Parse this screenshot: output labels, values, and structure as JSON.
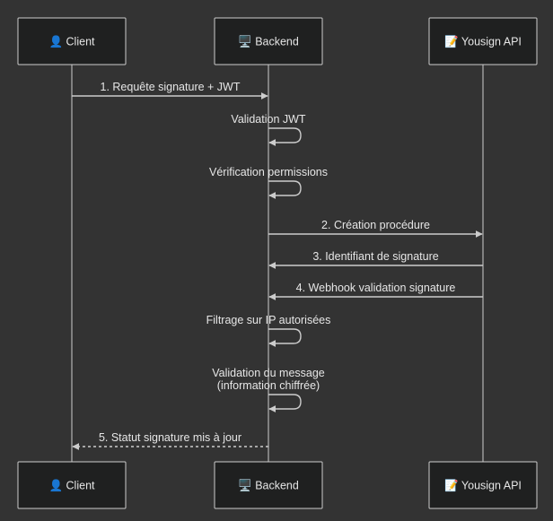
{
  "participants": [
    {
      "id": "client",
      "icon": "👤",
      "label": "Client"
    },
    {
      "id": "backend",
      "icon": "🖥️",
      "label": "Backend"
    },
    {
      "id": "yousign",
      "icon": "📝",
      "label": "Yousign API"
    }
  ],
  "messages": [
    {
      "id": "m1",
      "from": "client",
      "to": "backend",
      "kind": "solid",
      "lines": [
        "1. Requête signature + JWT"
      ]
    },
    {
      "id": "m2",
      "from": "backend",
      "to": "backend",
      "kind": "self",
      "lines": [
        "Validation JWT"
      ]
    },
    {
      "id": "m3",
      "from": "backend",
      "to": "backend",
      "kind": "self",
      "lines": [
        "Vérification permissions"
      ]
    },
    {
      "id": "m4",
      "from": "backend",
      "to": "yousign",
      "kind": "solid",
      "lines": [
        "2. Création procédure"
      ]
    },
    {
      "id": "m5",
      "from": "yousign",
      "to": "backend",
      "kind": "solid",
      "lines": [
        "3. Identifiant de signature"
      ]
    },
    {
      "id": "m6",
      "from": "yousign",
      "to": "backend",
      "kind": "solid",
      "lines": [
        "4. Webhook validation signature"
      ]
    },
    {
      "id": "m7",
      "from": "backend",
      "to": "backend",
      "kind": "self",
      "lines": [
        "Filtrage sur IP autorisées"
      ]
    },
    {
      "id": "m8",
      "from": "backend",
      "to": "backend",
      "kind": "self",
      "lines": [
        "Validation du message",
        "(information chiffrée)"
      ]
    },
    {
      "id": "m9",
      "from": "backend",
      "to": "client",
      "kind": "dotted",
      "lines": [
        "5. Statut signature mis à jour"
      ]
    }
  ],
  "colors": {
    "background": "#333333",
    "box_fill": "#1f2020",
    "box_stroke": "#cccccc",
    "line": "#cccccc",
    "text": "#e6e6e6"
  }
}
